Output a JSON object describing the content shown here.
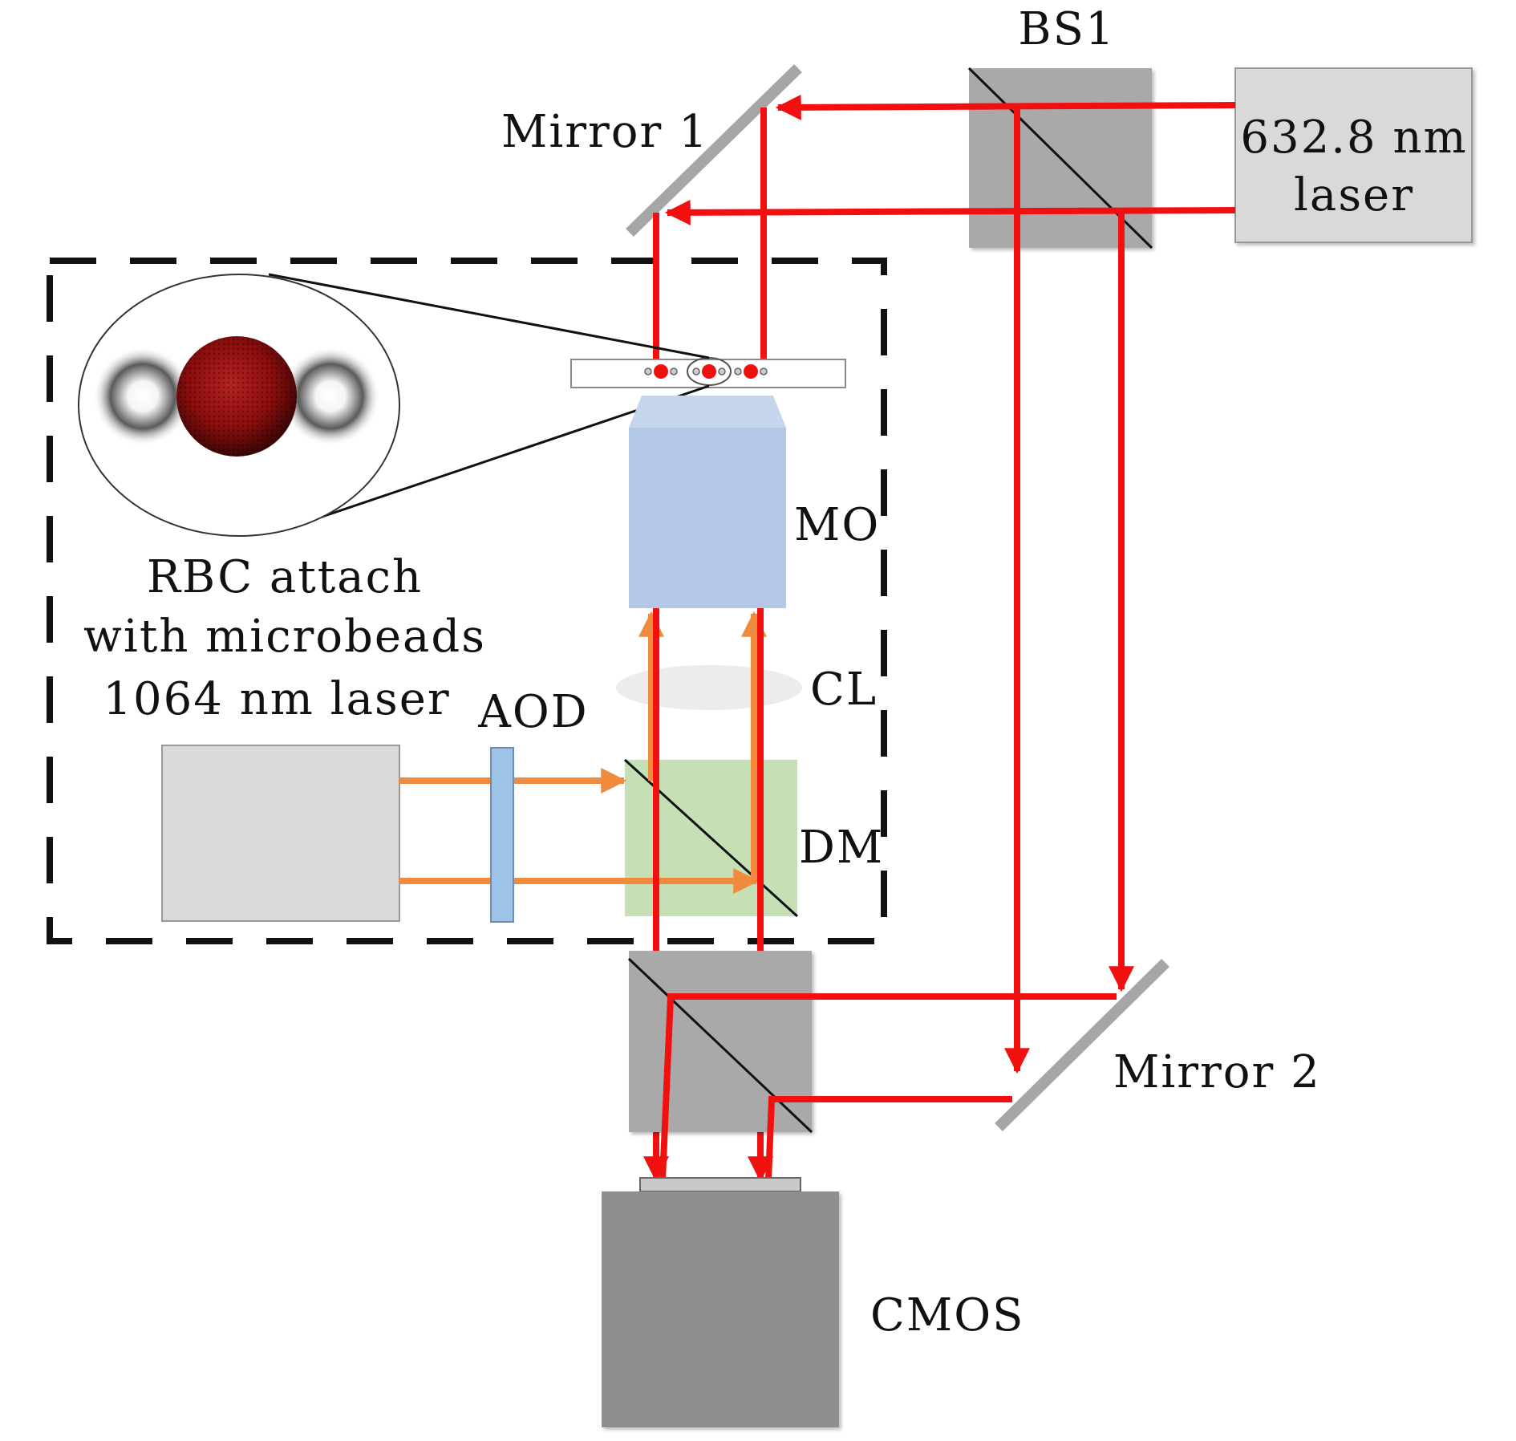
{
  "labels": {
    "bs1": "BS1",
    "mirror1": "Mirror 1",
    "laser_red_line1": "632.8 nm",
    "laser_red_line2": "laser",
    "mo": "MO",
    "cl": "CL",
    "dm": "DM",
    "aod": "AOD",
    "rbc_line1": "RBC attach",
    "rbc_line2": "with microbeads",
    "laser_ir": "1064 nm laser",
    "mirror2": "Mirror 2",
    "cmos": "CMOS"
  },
  "colors": {
    "red_beam": "#f01010",
    "ir_beam": "#f08a3c",
    "beamsplitter": "#a9a9a9",
    "laser_box": "#d9d9d9",
    "objective": "#b4c7e7",
    "dichroic": "#c5e0b4",
    "aod": "#9dc3e6",
    "cmos": "#8c8e90",
    "mirror": "#a6a6a6"
  }
}
